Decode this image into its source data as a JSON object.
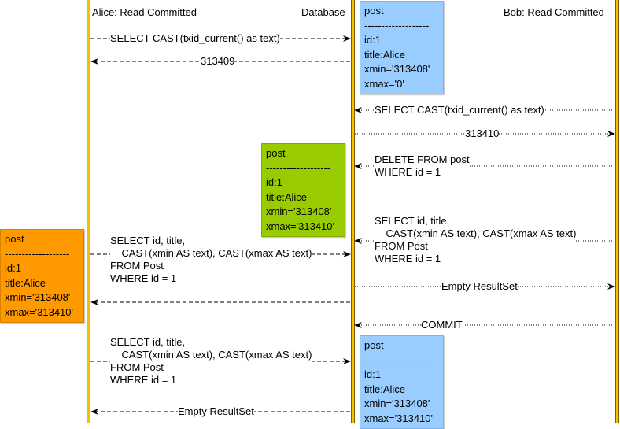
{
  "participants": {
    "alice": "Alice: Read Committed",
    "database": "Database",
    "bob": "Bob: Read Committed"
  },
  "colors": {
    "lifeline": "#f5c000",
    "row_initial": "#99ccff",
    "row_deleted_bob": "#99cc00",
    "row_alice_view": "#ff9900"
  },
  "messages": [
    {
      "from": "alice",
      "to": "database",
      "style": "dashed",
      "text": "SELECT CAST(txid_current() as text)"
    },
    {
      "from": "database",
      "to": "alice",
      "style": "dashed",
      "text": "313409"
    },
    {
      "from": "bob",
      "to": "database",
      "style": "dotted",
      "text": "SELECT CAST(txid_current() as text)"
    },
    {
      "from": "database",
      "to": "bob",
      "style": "dotted",
      "text": "313410"
    },
    {
      "from": "bob",
      "to": "database",
      "style": "dotted",
      "text": "DELETE FROM post\nWHERE id = 1"
    },
    {
      "from": "bob",
      "to": "database",
      "style": "dotted",
      "text": "SELECT id, title,\n    CAST(xmin AS text), CAST(xmax AS text)\nFROM Post\nWHERE id = 1"
    },
    {
      "from": "alice",
      "to": "database",
      "style": "dashed",
      "text": "SELECT id, title,\n    CAST(xmin AS text), CAST(xmax AS text)\nFROM Post\nWHERE id = 1"
    },
    {
      "from": "database",
      "to": "bob",
      "style": "dotted",
      "text": "Empty ResultSet"
    },
    {
      "from": "database",
      "to": "alice",
      "style": "dashed",
      "text": ""
    },
    {
      "from": "bob",
      "to": "database",
      "style": "dotted",
      "text": "COMMIT"
    },
    {
      "from": "alice",
      "to": "database",
      "style": "dashed",
      "text": "SELECT id, title,\n    CAST(xmin AS text), CAST(xmax AS text)\nFROM Post\nWHERE id = 1"
    },
    {
      "from": "database",
      "to": "alice",
      "style": "dashed",
      "text": "Empty ResultSet"
    }
  ],
  "notes": [
    {
      "id": "db-initial",
      "color": "blue",
      "text": "post\n-------------------\nid:1\ntitle:Alice\nxmin='313408'\nxmax='0'"
    },
    {
      "id": "db-after-delete",
      "color": "green",
      "text": "post\n-------------------\nid:1\ntitle:Alice\nxmin='313408'\nxmax='313410'"
    },
    {
      "id": "alice-view",
      "color": "orange",
      "text": "post\n-------------------\nid:1\ntitle:Alice\nxmin='313408'\nxmax='313410'"
    },
    {
      "id": "db-after-commit",
      "color": "blue",
      "text": "post\n-------------------\nid:1\ntitle:Alice\nxmin='313408'\nxmax='313410'"
    }
  ]
}
